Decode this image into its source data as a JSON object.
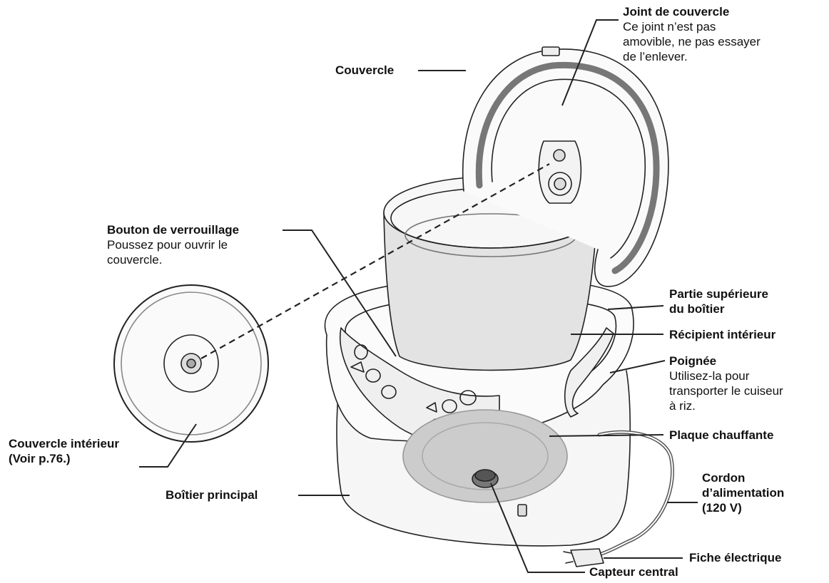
{
  "labels": {
    "joint_title": "Joint de couvercle",
    "joint_note_1": "Ce joint n’est pas",
    "joint_note_2": "amovible, ne pas essayer",
    "joint_note_3": "de l’enlever.",
    "couvercle": "Couvercle",
    "bouton_title": "Bouton de verrouillage",
    "bouton_note_1": "Poussez pour ouvrir le",
    "bouton_note_2": "couvercle.",
    "partie_1": "Partie supérieure",
    "partie_2": "du boîtier",
    "recipient": "Récipient intérieur",
    "poignee_title": "Poignée",
    "poignee_note_1": "Utilisez-la pour",
    "poignee_note_2": "transporter le cuiseur",
    "poignee_note_3": "à riz.",
    "plaque": "Plaque chauffante",
    "couv_int_1": "Couvercle intérieur",
    "couv_int_2": "(Voir p.76.)",
    "cordon_1": "Cordon",
    "cordon_2": "d’alimentation",
    "cordon_3": "(120 V)",
    "boitier": "Boîtier principal",
    "fiche": "Fiche électrique",
    "capteur": "Capteur central"
  },
  "colors": {
    "line": "#222222",
    "plate_fill": "#cccccc",
    "sensor_fill": "#777777",
    "gasket_fill": "#c9c9c9",
    "body_fill": "#f6f6f6"
  },
  "icons": [
    "rice-cooker-illustration",
    "inner-lid-illustration",
    "power-plug-icon"
  ]
}
